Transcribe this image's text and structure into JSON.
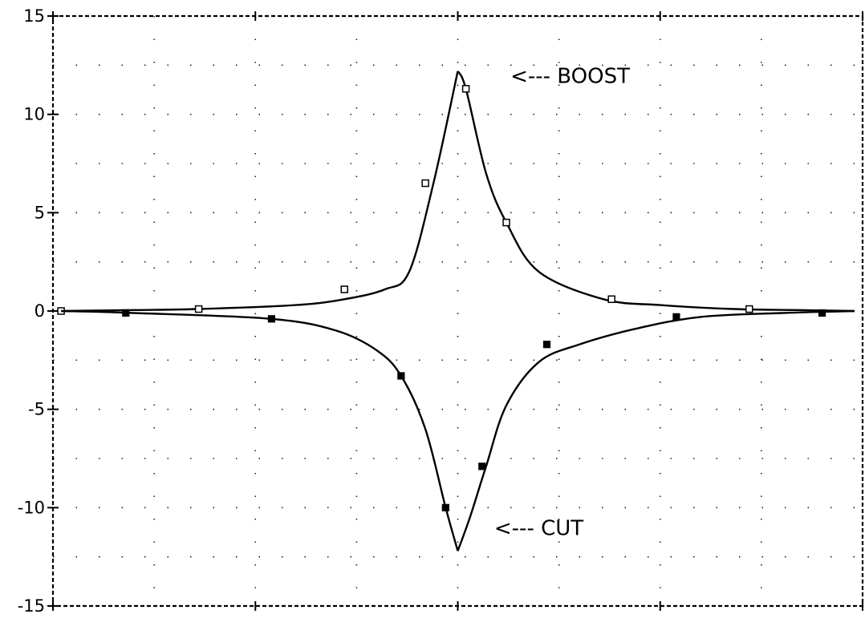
{
  "chart_data": {
    "type": "line",
    "title": "",
    "xlabel": "",
    "ylabel": "",
    "xlim": [
      0,
      1
    ],
    "ylim": [
      -15,
      15
    ],
    "yticks": [
      {
        "value": 15,
        "label": "15"
      },
      {
        "value": 10,
        "label": "10"
      },
      {
        "value": 5,
        "label": "5"
      },
      {
        "value": 0,
        "label": "0"
      },
      {
        "value": -5,
        "label": "-5"
      },
      {
        "value": -10,
        "label": "-10"
      },
      {
        "value": -15,
        "label": "-15"
      }
    ],
    "xticks": [
      0,
      0.25,
      0.5,
      0.75,
      1
    ],
    "grid": true,
    "series": [
      {
        "marker": "open-square",
        "peak": {
          "x": 0.5,
          "y": 12.2
        },
        "x": [
          0.01,
          0.1,
          0.18,
          0.3,
          0.36,
          0.41,
          0.44,
          0.47,
          0.5,
          0.51,
          0.535,
          0.56,
          0.6,
          0.68,
          0.75,
          0.84,
          0.92,
          0.99
        ],
        "y": [
          0.0,
          0.05,
          0.1,
          0.3,
          0.6,
          1.1,
          2.0,
          6.5,
          12.2,
          11.3,
          7.0,
          4.5,
          2.0,
          0.6,
          0.3,
          0.1,
          0.05,
          0.0
        ],
        "markers": [
          {
            "x": 0.01,
            "y": 0.0
          },
          {
            "x": 0.18,
            "y": 0.1
          },
          {
            "x": 0.36,
            "y": 1.1
          },
          {
            "x": 0.46,
            "y": 6.5
          },
          {
            "x": 0.51,
            "y": 11.3
          },
          {
            "x": 0.56,
            "y": 4.5
          },
          {
            "x": 0.69,
            "y": 0.6
          },
          {
            "x": 0.86,
            "y": 0.1
          }
        ]
      },
      {
        "marker": "filled-square",
        "peak": {
          "x": 0.5,
          "y": -12.2
        },
        "x": [
          0.01,
          0.1,
          0.27,
          0.35,
          0.4,
          0.43,
          0.46,
          0.485,
          0.5,
          0.515,
          0.535,
          0.56,
          0.6,
          0.65,
          0.72,
          0.8,
          0.9,
          0.99
        ],
        "y": [
          0.0,
          -0.1,
          -0.4,
          -1.0,
          -2.0,
          -3.3,
          -6.0,
          -10.0,
          -12.2,
          -10.5,
          -7.9,
          -4.8,
          -2.6,
          -1.7,
          -0.9,
          -0.3,
          -0.1,
          0.0
        ],
        "markers": [
          {
            "x": 0.09,
            "y": -0.1
          },
          {
            "x": 0.27,
            "y": -0.4
          },
          {
            "x": 0.43,
            "y": -3.3
          },
          {
            "x": 0.485,
            "y": -10.0
          },
          {
            "x": 0.53,
            "y": -7.9
          },
          {
            "x": 0.61,
            "y": -1.7
          },
          {
            "x": 0.77,
            "y": -0.3
          },
          {
            "x": 0.95,
            "y": -0.1
          }
        ]
      }
    ],
    "annotations": [
      {
        "text": "<--- BOOST",
        "x": 0.565,
        "y": 11.6
      },
      {
        "text": "<---  CUT",
        "x": 0.545,
        "y": -11.4
      }
    ]
  }
}
